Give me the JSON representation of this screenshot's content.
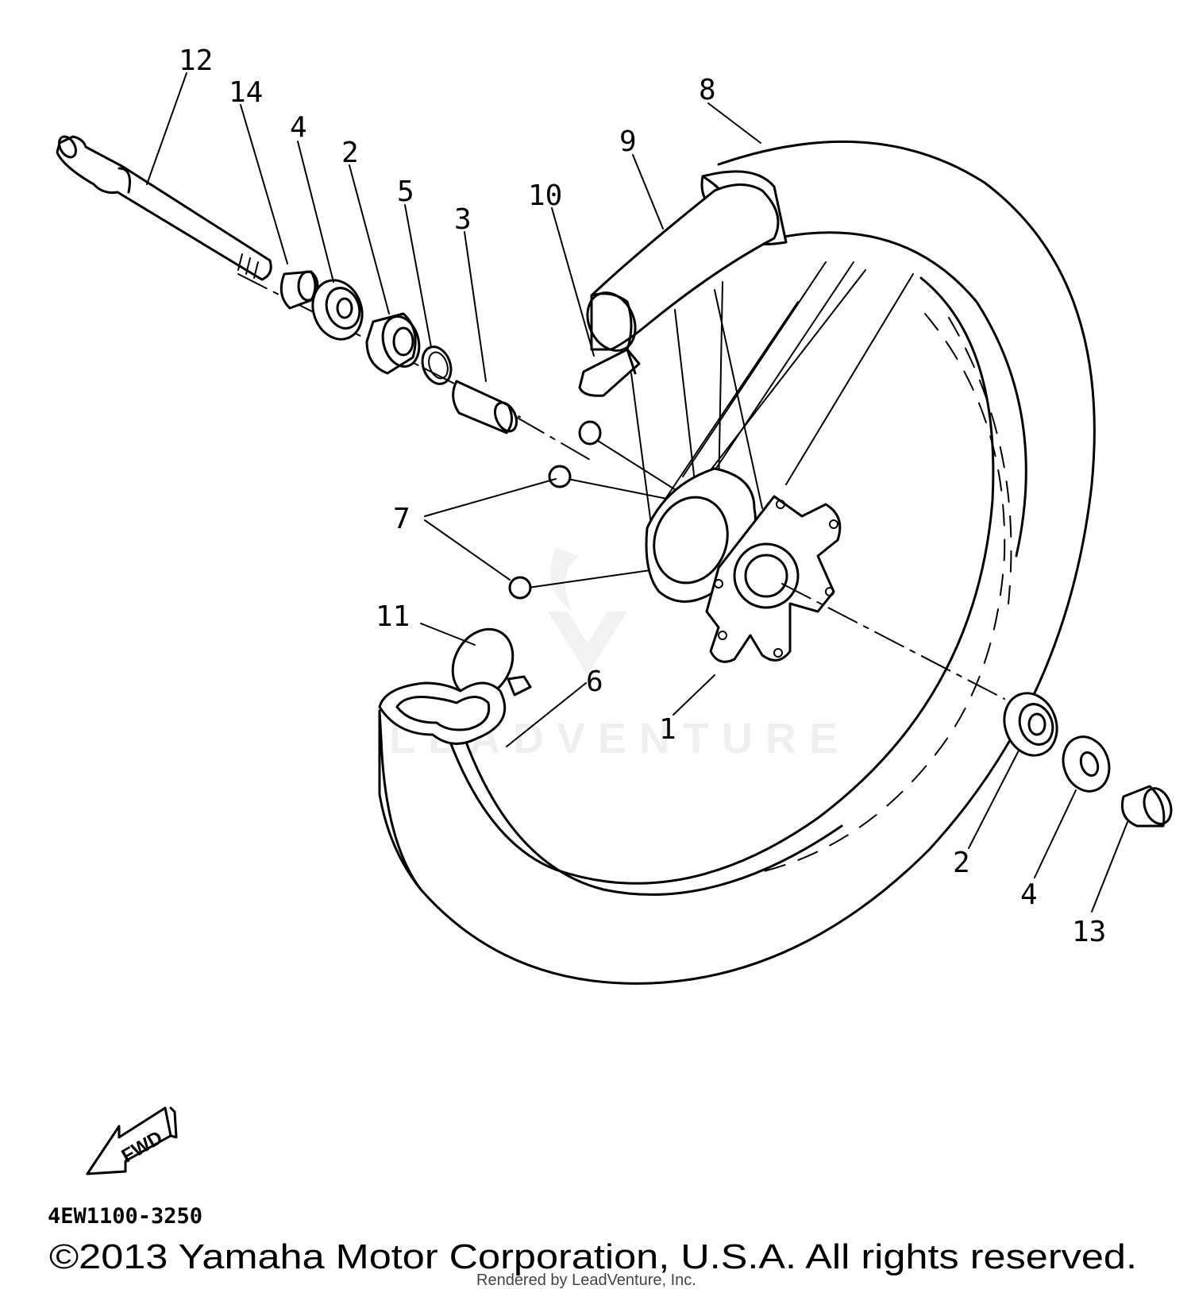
{
  "diagram": {
    "callouts": {
      "c12": "12",
      "c14": "14",
      "c4a": "4",
      "c2a": "2",
      "c5": "5",
      "c3": "3",
      "c10": "10",
      "c9": "9",
      "c8": "8",
      "c7": "7",
      "c11": "11",
      "c6": "6",
      "c1": "1",
      "c2b": "2",
      "c4b": "4",
      "c13": "13"
    },
    "fwd_label": "FWD",
    "part_code": "4EW1100-3250",
    "copyright": "©2013 Yamaha Motor Corporation, U.S.A. All rights reserved.",
    "rendered_by": "Rendered by LeadVenture, Inc.",
    "watermark": "LEADVENTURE"
  }
}
